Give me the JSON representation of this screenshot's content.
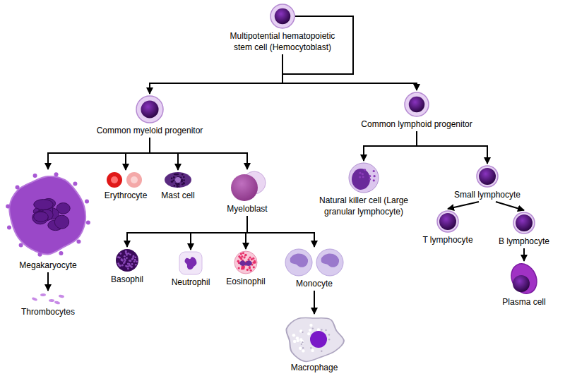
{
  "diagram": {
    "nodes": [
      {
        "text": [
          "Multipotential hematopoietic stem cell (Hemocytoblast)"
        ]
      },
      {
        "text": [
          "Common myeloid progenitor"
        ]
      },
      {
        "text": [
          "Common lymphoid progenitor"
        ]
      },
      {
        "text": [
          "Megakaryocyte"
        ]
      },
      {
        "text": [
          "Erythrocyte"
        ]
      },
      {
        "text": [
          "Mast cell"
        ]
      },
      {
        "text": [
          "Myeloblast"
        ]
      },
      {
        "text": [
          "Natural killer cell (Large granular lymphocyte)"
        ]
      },
      {
        "text": [
          "Small lymphocyte"
        ]
      },
      {
        "text": [
          "Thrombocytes"
        ]
      },
      {
        "text": [
          "Basophil"
        ]
      },
      {
        "text": [
          "Neutrophil"
        ]
      },
      {
        "text": [
          "Eosinophil"
        ]
      },
      {
        "text": [
          "Monocyte"
        ]
      },
      {
        "text": [
          "T lymphocyte"
        ]
      },
      {
        "text": [
          "B lymphocyte"
        ]
      },
      {
        "text": [
          "Macrophage"
        ]
      },
      {
        "text": [
          "Plasma cell"
        ]
      }
    ],
    "edges": [
      {
        "from": 0,
        "to": 1,
        "arrow": "to"
      },
      {
        "from": 0,
        "to": 2,
        "arrow": "to"
      },
      {
        "from": 1,
        "to": 3,
        "arrow": "to"
      },
      {
        "from": 1,
        "to": 4,
        "arrow": "to"
      },
      {
        "from": 1,
        "to": 5,
        "arrow": "to"
      },
      {
        "from": 1,
        "to": 6,
        "arrow": "to"
      },
      {
        "from": 2,
        "to": 7,
        "arrow": "to"
      },
      {
        "from": 2,
        "to": 8,
        "arrow": "to"
      },
      {
        "from": 3,
        "to": 9,
        "arrow": "to"
      },
      {
        "from": 6,
        "to": 10,
        "arrow": "to"
      },
      {
        "from": 6,
        "to": 11,
        "arrow": "to"
      },
      {
        "from": 6,
        "to": 12,
        "arrow": "to"
      },
      {
        "from": 6,
        "to": 13,
        "arrow": "to"
      },
      {
        "from": 8,
        "to": 14,
        "arrow": "to"
      },
      {
        "from": 8,
        "to": 15,
        "arrow": "to"
      },
      {
        "from": 13,
        "to": 16,
        "arrow": "to"
      },
      {
        "from": 15,
        "to": 17,
        "arrow": "to"
      }
    ]
  }
}
